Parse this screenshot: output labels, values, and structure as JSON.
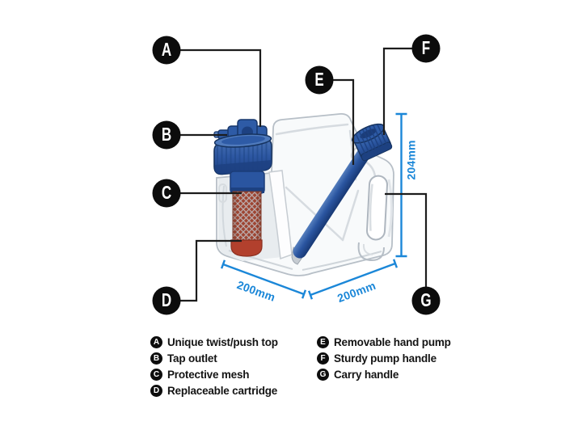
{
  "diagram": {
    "callouts": {
      "a": {
        "letter": "A",
        "description": "Unique twist/push top"
      },
      "b": {
        "letter": "B",
        "description": "Tap outlet"
      },
      "c": {
        "letter": "C",
        "description": "Protective mesh"
      },
      "d": {
        "letter": "D",
        "description": "Replaceable cartridge"
      },
      "e": {
        "letter": "E",
        "description": "Removable hand pump"
      },
      "f": {
        "letter": "F",
        "description": "Sturdy pump handle"
      },
      "g": {
        "letter": "G",
        "description": "Carry handle"
      }
    },
    "dimensions": {
      "height_label": "204mm",
      "left_width_label": "200mm",
      "right_width_label": "200mm"
    },
    "colors": {
      "annotation_blue": "#1b87d8",
      "callout_black": "#0d0d0d",
      "product_blue": "#2e5ba6",
      "product_navy": "#16335f",
      "cartridge_red": "#b2402d",
      "mesh_rust": "#9e4532",
      "can_white": "#f8fafb"
    }
  }
}
